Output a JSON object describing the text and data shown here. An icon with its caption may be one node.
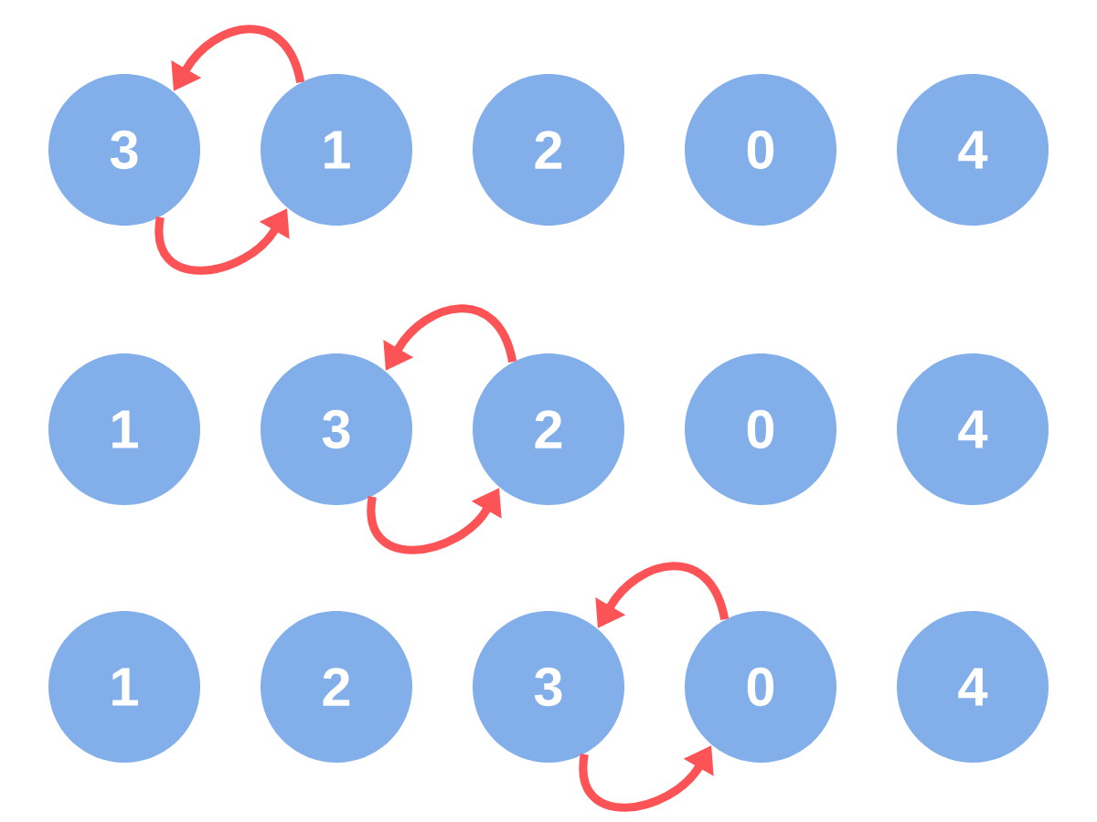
{
  "diagram": {
    "nodes": [
      {
        "text": [
          "3"
        ]
      },
      {
        "text": [
          "1"
        ]
      },
      {
        "text": [
          "2"
        ]
      },
      {
        "text": [
          "0"
        ]
      },
      {
        "text": [
          "4"
        ]
      },
      {
        "text": [
          "1"
        ]
      },
      {
        "text": [
          "3"
        ]
      },
      {
        "text": [
          "2"
        ]
      },
      {
        "text": [
          "0"
        ]
      },
      {
        "text": [
          "4"
        ]
      },
      {
        "text": [
          "1"
        ]
      },
      {
        "text": [
          "2"
        ]
      },
      {
        "text": [
          "3"
        ]
      },
      {
        "text": [
          "0"
        ]
      },
      {
        "text": [
          "4"
        ]
      }
    ],
    "edges": [
      {
        "from": 1,
        "to": 0,
        "arrow": "to"
      },
      {
        "from": 0,
        "to": 1,
        "arrow": "to"
      },
      {
        "from": 7,
        "to": 6,
        "arrow": "to"
      },
      {
        "from": 6,
        "to": 7,
        "arrow": "to"
      },
      {
        "from": 13,
        "to": 12,
        "arrow": "to"
      },
      {
        "from": 12,
        "to": 13,
        "arrow": "to"
      }
    ]
  }
}
